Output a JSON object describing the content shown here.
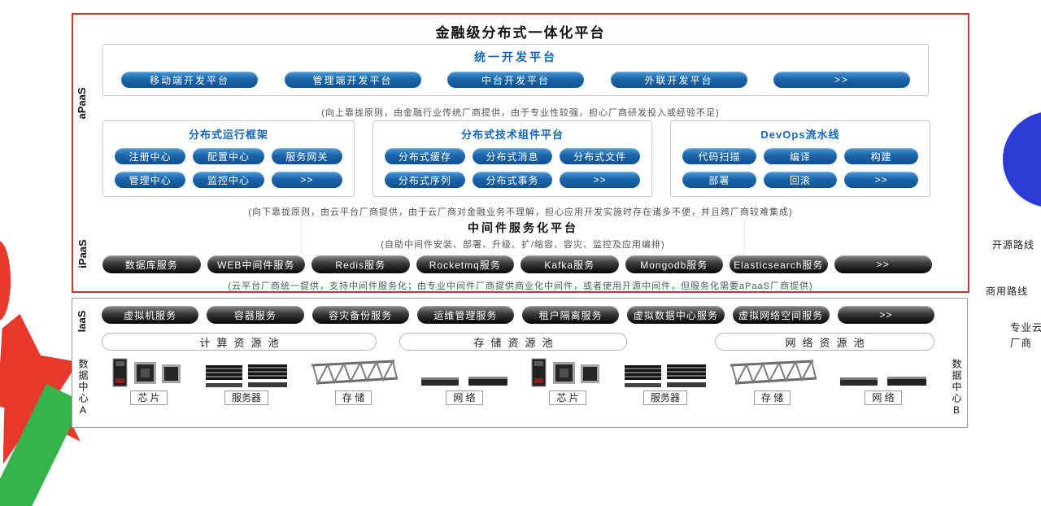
{
  "header": {
    "title": "金融级分布式一体化平台"
  },
  "apaas": {
    "label": "aPaaS",
    "unified": {
      "title": "统一开发平台",
      "buttons": [
        "移动端开发平台",
        "管理端开发平台",
        "中台开发平台",
        "外联开发平台",
        ">>"
      ]
    },
    "note_up": "(向上靠拢原则，由金融行业传统厂商提供，由于专业性较强，担心厂商研发投入或经验不足)",
    "groups": [
      {
        "title": "分布式运行框架",
        "buttons": [
          "注册中心",
          "配置中心",
          "服务网关",
          "管理中心",
          "监控中心",
          ">>"
        ]
      },
      {
        "title": "分布式技术组件平台",
        "buttons": [
          "分布式缓存",
          "分布式消息",
          "分布式文件",
          "分布式序列",
          "分布式事务",
          ">>"
        ]
      },
      {
        "title": "DevOps流水线",
        "buttons": [
          "代码扫描",
          "编译",
          "构建",
          "部署",
          "回滚",
          ">>"
        ]
      }
    ],
    "note_down": "(向下靠拢原则，由云平台厂商提供，由于云厂商对金融业务不理解，担心应用开发实施时存在诸多不便，并且跨厂商较难集成)",
    "middleware": {
      "title": "中间件服务化平台",
      "note": "(自助中间件安装、部署、升级、扩/缩容、容灾、监控及应用编排)"
    }
  },
  "ipaas": {
    "label": "iPaaS",
    "buttons": [
      "数据库服务",
      "WEB中间件服务",
      "Redis服务",
      "Rocketmq服务",
      "Kafka服务",
      "Mongodb服务",
      "Elasticsearch服务",
      ">>"
    ],
    "note": "(云平台厂商统一提供，支持中间件服务化；由专业中间件厂商提供商业化中间件，或者使用开源中间件，但服务化需要aPaaS厂商提供)"
  },
  "routes": {
    "open": "开源路线",
    "commercial": "商用路线"
  },
  "iaas": {
    "label": "IaaS",
    "buttons": [
      "虚拟机服务",
      "容器服务",
      "容灾备份服务",
      "运维管理服务",
      "租户隔离服务",
      "虚拟数据中心服务",
      "虚拟网络空间服务",
      ">>"
    ],
    "vendor": "专业云厂商",
    "pools": [
      "计算资源池",
      "存储资源池",
      "网络资源池"
    ],
    "hw_labels": [
      "芯 片",
      "服务器",
      "存 储",
      "网 络"
    ],
    "dc_a": "数据中心A",
    "dc_b": "数据中心B"
  },
  "colors": {
    "accent_blue": "#1467b8",
    "frame_red": "#c03a30",
    "decor_blue": "#2b3bd6",
    "decor_red": "#e8372b",
    "decor_green": "#36b34a"
  }
}
